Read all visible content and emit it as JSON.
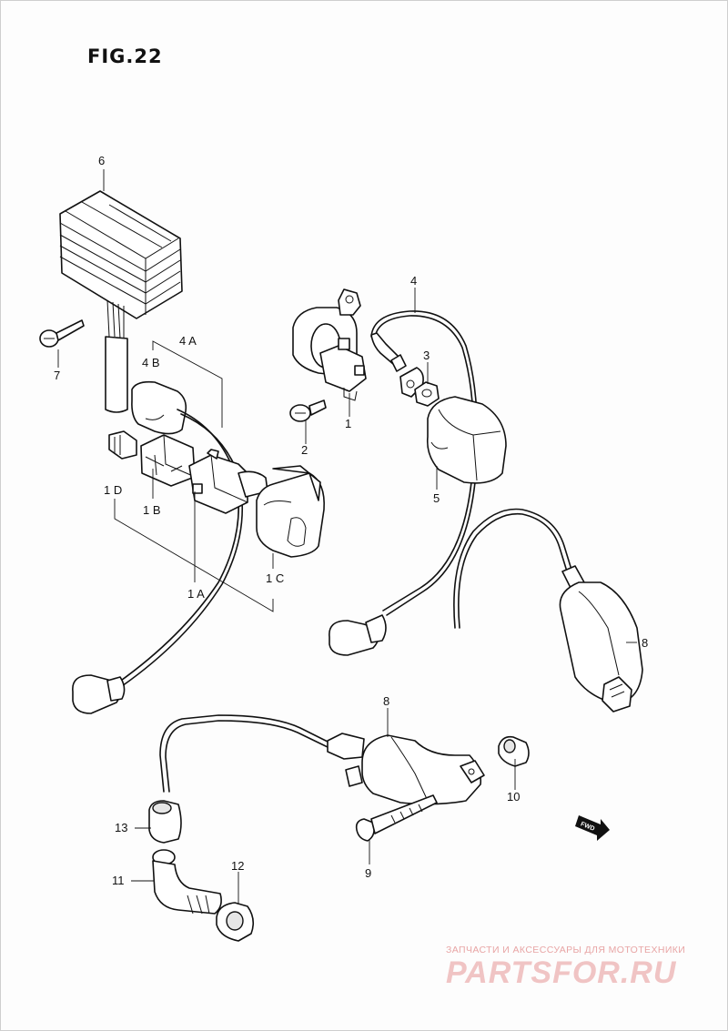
{
  "figure": {
    "title": "FIG.22"
  },
  "callouts": {
    "c1": "1",
    "c2": "2",
    "c3": "3",
    "c4": "4",
    "c4a": "4 A",
    "c4b": "4 B",
    "c5": "5",
    "c6": "6",
    "c7": "7",
    "c8a": "8",
    "c8b": "8",
    "c9": "9",
    "c10": "10",
    "c11": "11",
    "c12": "12",
    "c13": "13",
    "c1a": "1 A",
    "c1b": "1 B",
    "c1c": "1 C",
    "c1d": "1 D"
  },
  "fwd_badge": "FWD",
  "watermark": {
    "tagline": "ЗАПЧАСТИ И АКСЕССУАРЫ ДЛЯ МОТОТЕХНИКИ",
    "logo": "PARTSFOR.RU"
  },
  "colors": {
    "line": "#111111",
    "watermark": "#e8a5a5"
  }
}
